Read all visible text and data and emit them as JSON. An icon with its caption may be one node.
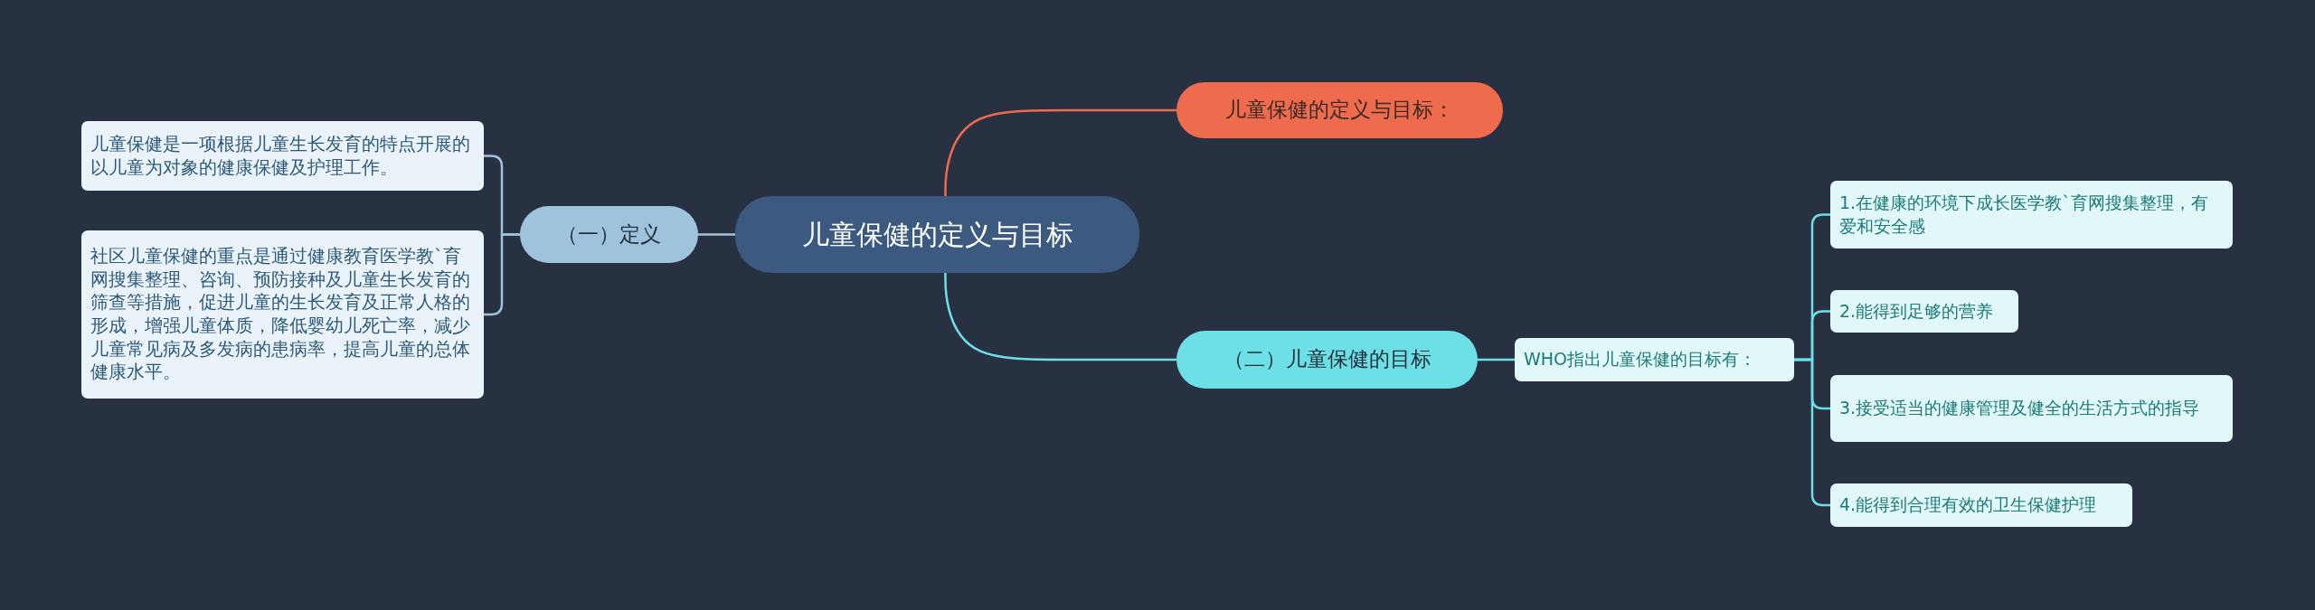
{
  "diagram": {
    "nodes": [
      {
        "text": [
          "儿童保健的定义与目标"
        ]
      },
      {
        "text": [
          "儿童保健的定义与目标："
        ]
      },
      {
        "text": [
          "（一）定义"
        ]
      },
      {
        "text": [
          "儿童保健是一项根据儿童生长发育的特点开展的以儿童为对象的健康保健及护理工作。"
        ]
      },
      {
        "text": [
          "社区儿童保健的重点是通过健康教育医学教`育网搜集整理、咨询、预防接种及儿童生长发育的筛查等措施，促进儿童的生长发育及正常人格的形成，增强儿童体质，降低婴幼儿死亡率，减少儿童常见病及多发病的患病率，提高儿童的总体健康水平。"
        ]
      },
      {
        "text": [
          "（二）儿童保健的目标"
        ]
      },
      {
        "text": [
          "WHO指出儿童保健的目标有："
        ]
      },
      {
        "text": [
          "1.在健康的环境下成长医学教`育网搜集整理，有爱和安全感"
        ]
      },
      {
        "text": [
          "2.能得到足够的营养"
        ]
      },
      {
        "text": [
          "3.接受适当的健康管理及健全的生活方式的指导"
        ]
      },
      {
        "text": [
          "4.能得到合理有效的卫生保健护理"
        ]
      }
    ],
    "edges": [
      {
        "from": 0,
        "to": 1,
        "arrow": "none",
        "color": "#ee6b4d"
      },
      {
        "from": 0,
        "to": 2,
        "arrow": "none",
        "color": "#9fc3dc"
      },
      {
        "from": 2,
        "to": 3,
        "arrow": "none",
        "color": "#9fc3dc"
      },
      {
        "from": 2,
        "to": 4,
        "arrow": "none",
        "color": "#9fc3dc"
      },
      {
        "from": 0,
        "to": 5,
        "arrow": "none"
      },
      {
        "from": 5,
        "to": 6,
        "arrow": "none"
      },
      {
        "from": 6,
        "to": 7,
        "arrow": "none"
      },
      {
        "from": 6,
        "to": 8,
        "arrow": "none"
      },
      {
        "from": 6,
        "to": 9,
        "arrow": "none"
      },
      {
        "from": 6,
        "to": 10,
        "arrow": "none"
      }
    ]
  }
}
